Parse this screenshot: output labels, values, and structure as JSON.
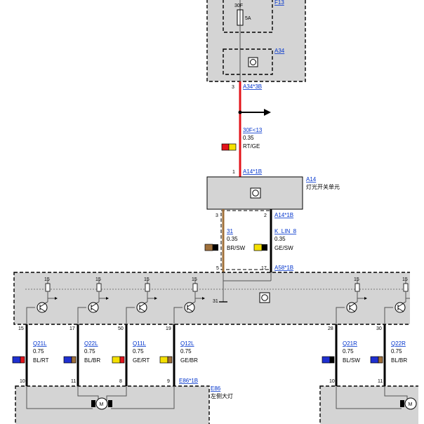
{
  "colors": {
    "red": "#e3141b",
    "black": "#000000",
    "brown": "#a0703a",
    "yellow": "#f5e000",
    "blue": "#1f2fd0",
    "box_gray": "#d4d4d4",
    "link_blue": "#0033cc"
  },
  "fuse": {
    "id": "F13",
    "circuit": "30F",
    "rating": "5A"
  },
  "module_a34": {
    "id": "A34",
    "connector": "A34*3B",
    "pin": "3"
  },
  "wire_30f": {
    "label": "30F<13",
    "gauge": "0.35",
    "color": "RT/GE"
  },
  "module_a14": {
    "id": "A14",
    "desc": "灯光开关单元",
    "connector_in": "A14*1B",
    "pin_in": "1",
    "connector_out": "A14*1B",
    "pin_out_a": "3",
    "pin_out_b": "2"
  },
  "wire_31": {
    "label": "31",
    "gauge": "0.35",
    "color": "BR/SW"
  },
  "wire_klin": {
    "label": "K_LIN_8",
    "gauge": "0.35",
    "color": "GE/SW"
  },
  "module_a58": {
    "connector": "A58*1B",
    "pin_a": "5",
    "pin_b": "17",
    "fuse_label": "15",
    "ground_label": "31"
  },
  "outputs": [
    {
      "pin": "15",
      "label": "Q21L",
      "gauge": "0.75",
      "color": "BL/RT",
      "end_pin": "10"
    },
    {
      "pin": "17",
      "label": "Q22L",
      "gauge": "0.75",
      "color": "BL/BR",
      "end_pin": "11"
    },
    {
      "pin": "50",
      "label": "Q11L",
      "gauge": "0.75",
      "color": "GE/RT",
      "end_pin": "8"
    },
    {
      "pin": "19",
      "label": "Q12L",
      "gauge": "0.75",
      "color": "GE/BR",
      "end_pin": "9"
    },
    {
      "pin": "28",
      "label": "Q21R",
      "gauge": "0.75",
      "color": "BL/SW",
      "end_pin": "10"
    },
    {
      "pin": "30",
      "label": "Q22R",
      "gauge": "0.75",
      "color": "BL/BR",
      "end_pin": "11"
    }
  ],
  "module_e86": {
    "id": "E86",
    "desc": "左侧大灯",
    "connector": "E86*1B"
  }
}
